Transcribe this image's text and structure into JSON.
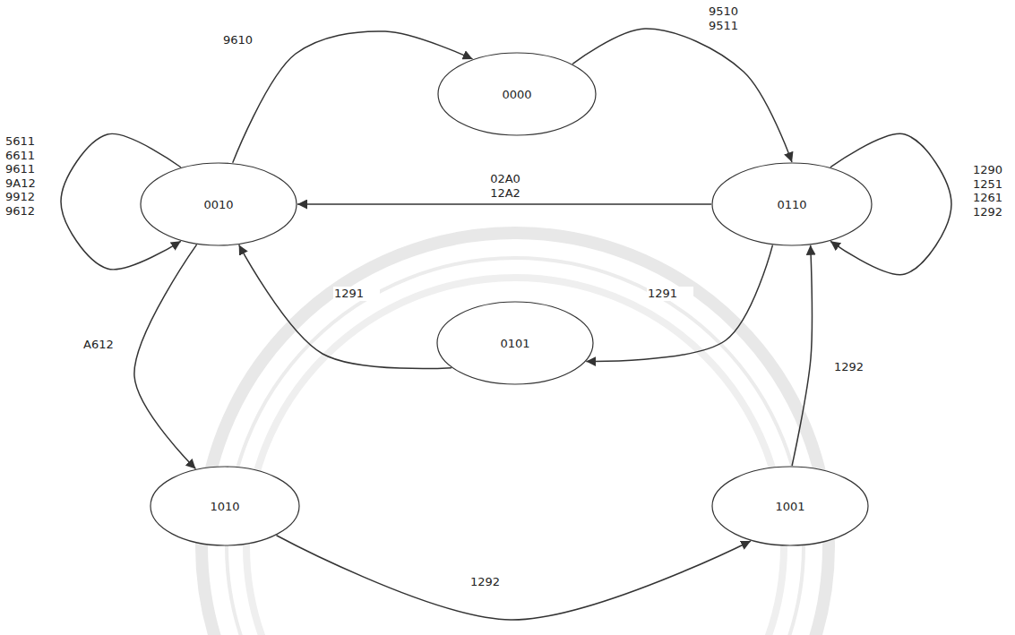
{
  "diagram": {
    "nodes": [
      {
        "text": [
          "0000"
        ]
      },
      {
        "text": [
          "0010"
        ]
      },
      {
        "text": [
          "0110"
        ]
      },
      {
        "text": [
          "0101"
        ]
      },
      {
        "text": [
          "1010"
        ]
      },
      {
        "text": [
          "1001"
        ]
      }
    ],
    "edges": [
      {
        "from": 1,
        "to": 0,
        "arrow": "to",
        "label": "9610"
      },
      {
        "from": 0,
        "to": 2,
        "arrow": "to",
        "label": "9510 9511"
      },
      {
        "from": 1,
        "to": 1,
        "arrow": "to",
        "label": "5611 6611 9611 9A12 9912 9612"
      },
      {
        "from": 2,
        "to": 1,
        "arrow": "to",
        "label": "02A0 12A2"
      },
      {
        "from": 2,
        "to": 2,
        "arrow": "to",
        "label": "1290 1251 1261 1292"
      },
      {
        "from": 3,
        "to": 1,
        "arrow": "to",
        "label": "1291"
      },
      {
        "from": 2,
        "to": 3,
        "arrow": "to",
        "label": "1291"
      },
      {
        "from": 1,
        "to": 4,
        "arrow": "to",
        "label": "A612"
      },
      {
        "from": 4,
        "to": 5,
        "arrow": "to",
        "label": "1292"
      },
      {
        "from": 5,
        "to": 2,
        "arrow": "to",
        "label": "1292"
      }
    ]
  }
}
